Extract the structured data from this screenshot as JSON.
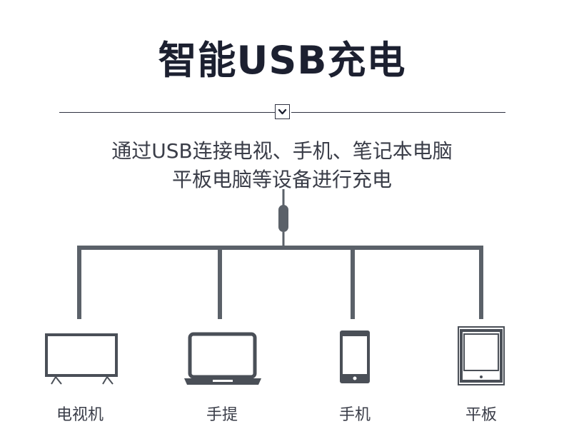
{
  "title": "智能USB充电",
  "header_icon": "chevron-down-icon",
  "description": {
    "line1": "通过USB连接电视、手机、笔记本电脑",
    "line2": "平板电脑等设备进行充电"
  },
  "devices": [
    {
      "label": "电视机",
      "icon": "tv-icon"
    },
    {
      "label": "手提",
      "icon": "laptop-icon"
    },
    {
      "label": "手机",
      "icon": "phone-icon"
    },
    {
      "label": "平板",
      "icon": "tablet-icon"
    }
  ],
  "colors": {
    "title": "#1c2030",
    "text": "#3a3d48",
    "line": "#5b6169",
    "icon": "#4a4f57"
  }
}
